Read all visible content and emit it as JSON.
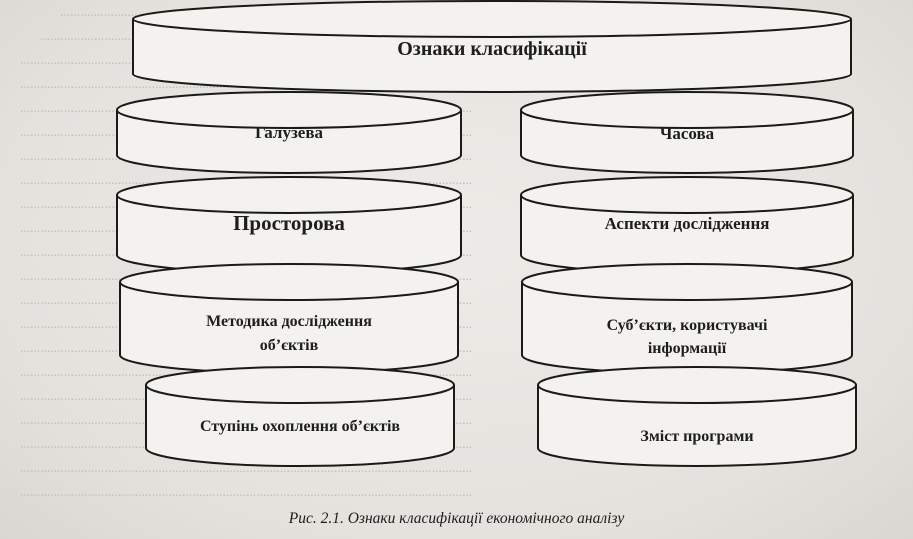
{
  "diagram": {
    "top": {
      "label": "Ознаки класифікації"
    },
    "left": [
      {
        "label": "Галузева"
      },
      {
        "label": "Просторова"
      },
      {
        "label": "Методика дослідження об’єктів",
        "lines": [
          "Методика дослідження",
          "об’єктів"
        ]
      },
      {
        "label": "Ступінь охоплення об’єктів"
      }
    ],
    "right": [
      {
        "label": "Часова"
      },
      {
        "label": "Аспекти дослідження"
      },
      {
        "label": "Суб’єкти, користувачі інформації",
        "lines": [
          "Суб’єкти, користувачі",
          "інформації"
        ]
      },
      {
        "label": "Зміст програми"
      }
    ]
  },
  "caption": "Рис. 2.1. Ознаки класифікації економічного аналізу"
}
